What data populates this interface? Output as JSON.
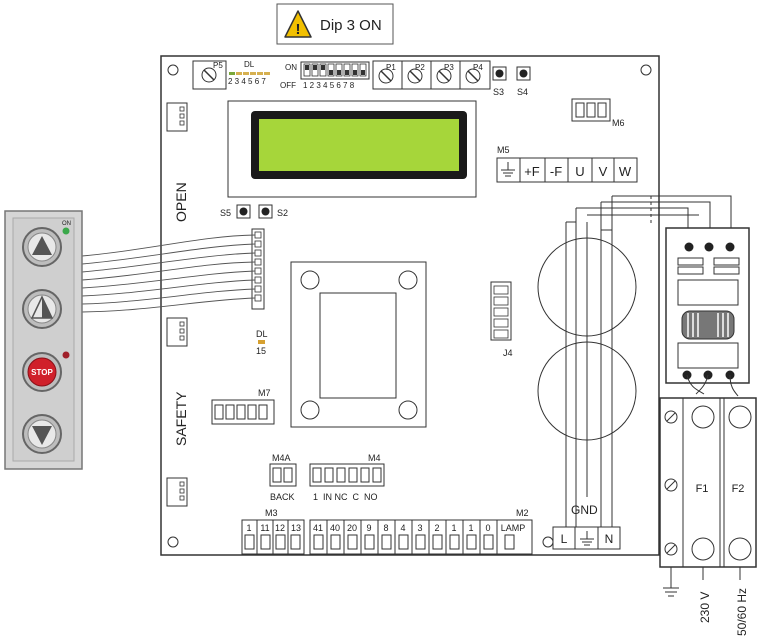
{
  "callout": {
    "text": "Dip 3 ON",
    "icon": "warning-icon"
  },
  "board": {
    "open_label": "OPEN",
    "safety_label": "SAFETY",
    "p5": "P5",
    "dl_title": "DL",
    "dl_numbers": "2 3 4 5 6 7",
    "dip_on": "ON",
    "dip_off": "OFF",
    "dip_numbers": "1 2 3 4 5 6 7 8",
    "pots": [
      "P1",
      "P2",
      "P3",
      "P4"
    ],
    "s3": "S3",
    "s4": "S4",
    "m6": "M6",
    "m5": "M5",
    "m5_terminals": [
      "+F",
      "-F",
      "U",
      "V",
      "W"
    ],
    "s5": "S5",
    "s2": "S2",
    "dl15_title": "DL",
    "dl15_num": "15",
    "j4": "J4",
    "m7": "M7",
    "m4a": "M4A",
    "m4a_sub": "BACK",
    "m4": "M4",
    "m4_sub": "1  IN NC  C  NO",
    "m3": "M3",
    "m3_numbers": [
      "1",
      "11",
      "12",
      "13"
    ],
    "m2": "M2",
    "m2_numbers": [
      "41",
      "40",
      "20",
      "9",
      "8",
      "4",
      "3",
      "2",
      "1",
      "1",
      "0",
      "LAMP"
    ],
    "gnd": "GND",
    "lne": [
      "L",
      "N"
    ]
  },
  "keypad": {
    "on_label": "ON",
    "stop_label": "STOP",
    "colors": {
      "stop": "#d0202a",
      "led_green": "#3aa84a",
      "led_red": "#a0202a"
    }
  },
  "fuses": {
    "f1": "F1",
    "f2": "F2"
  },
  "supply": {
    "voltage": "230 V",
    "frequency": "50/60 Hz"
  },
  "lcd_color": "#a6d63a"
}
